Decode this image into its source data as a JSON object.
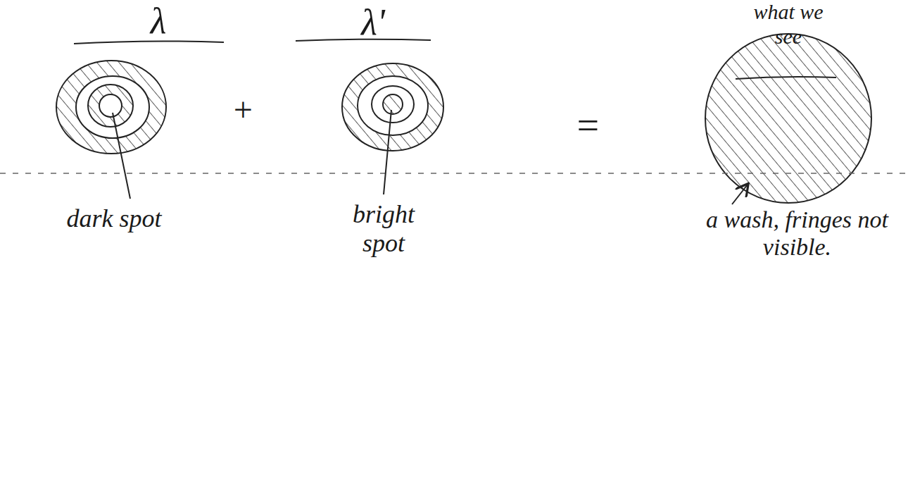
{
  "diagram": {
    "labels": [
      "λ",
      "λ'",
      "what we see",
      "+",
      "=",
      "dark spot",
      "bright spot",
      "a wash, fringes not visible."
    ]
  }
}
